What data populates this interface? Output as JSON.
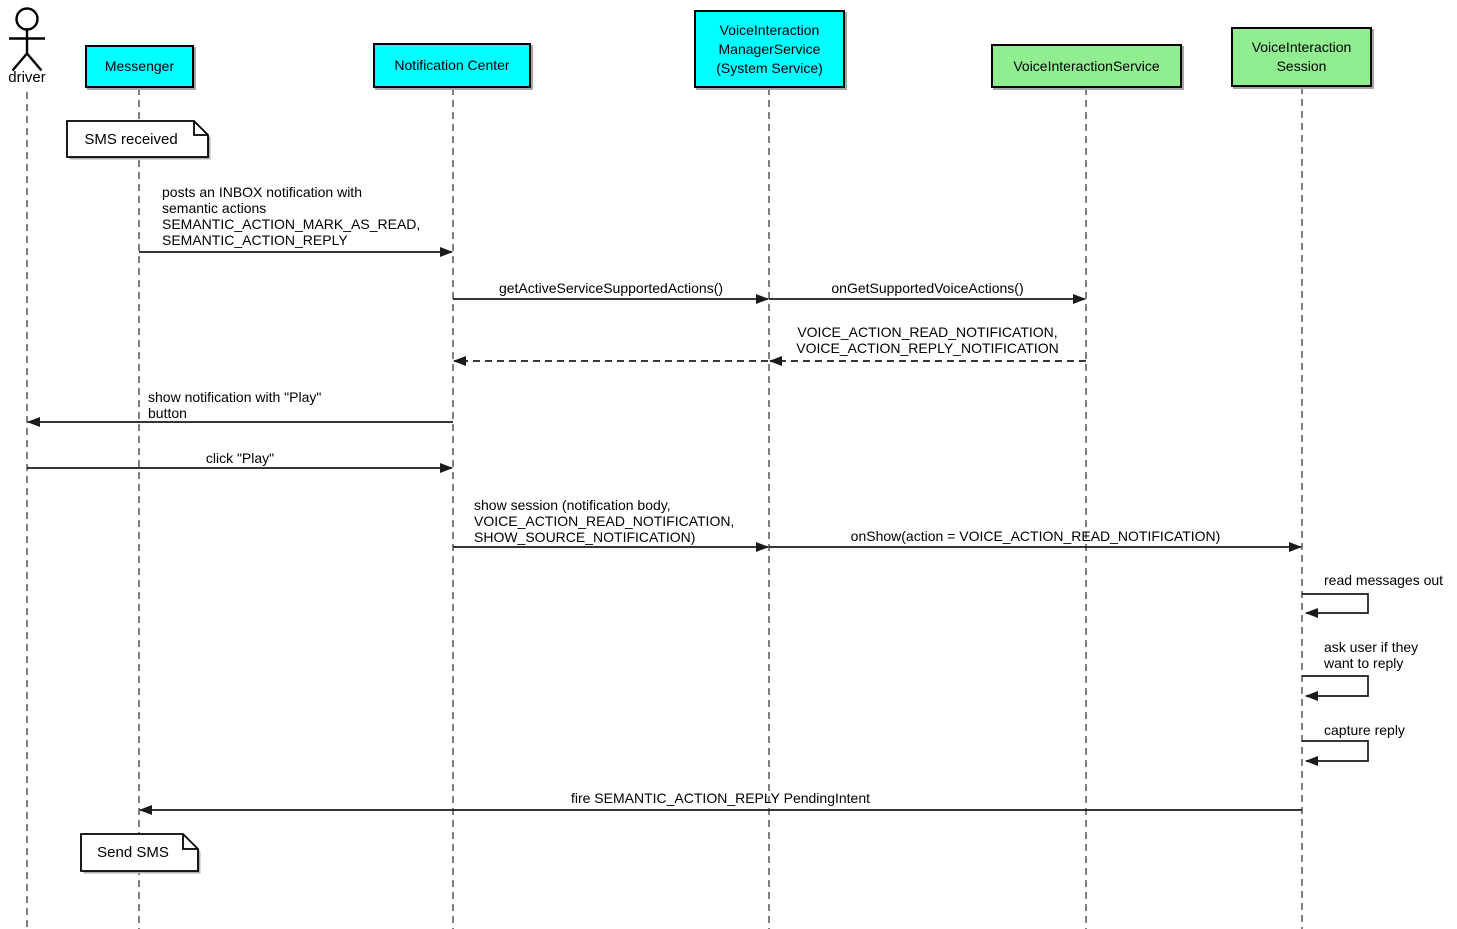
{
  "colors": {
    "participant_cyan": "#00ffff",
    "participant_green": "#90ee90",
    "line": "#000000",
    "background": "#ffffff"
  },
  "actor": {
    "label": "driver"
  },
  "participants": [
    {
      "label": "Messenger",
      "color": "#00ffff"
    },
    {
      "label": "Notification Center",
      "color": "#00ffff"
    },
    {
      "label": "VoiceInteraction\nManagerService\n(System Service)",
      "color": "#00ffff"
    },
    {
      "label": "VoiceInteractionService",
      "color": "#90ee90"
    },
    {
      "label": "VoiceInteraction\nSession",
      "color": "#90ee90"
    }
  ],
  "notes": [
    {
      "text": "SMS received",
      "attached_to": "Messenger"
    },
    {
      "text": "Send SMS",
      "attached_to": "Messenger"
    }
  ],
  "messages": [
    {
      "label": "posts an INBOX notification with\nsemantic actions\nSEMANTIC_ACTION_MARK_AS_READ,\nSEMANTIC_ACTION_REPLY",
      "from": "Messenger",
      "to": "Notification Center",
      "line": "solid"
    },
    {
      "label": "getActiveServiceSupportedActions()",
      "from": "Notification Center",
      "to": "VoiceInteractionManagerService",
      "line": "solid"
    },
    {
      "label": "onGetSupportedVoiceActions()",
      "from": "VoiceInteractionManagerService",
      "to": "VoiceInteractionService",
      "line": "solid"
    },
    {
      "label": "VOICE_ACTION_READ_NOTIFICATION,\nVOICE_ACTION_REPLY_NOTIFICATION",
      "from": "VoiceInteractionService",
      "to": "Notification Center",
      "line": "dashed"
    },
    {
      "label": "show notification with \"Play\"\nbutton",
      "from": "Notification Center",
      "to": "driver",
      "line": "solid"
    },
    {
      "label": "click \"Play\"",
      "from": "driver",
      "to": "Notification Center",
      "line": "solid"
    },
    {
      "label": "show session (notification body,\nVOICE_ACTION_READ_NOTIFICATION,\nSHOW_SOURCE_NOTIFICATION)",
      "from": "Notification Center",
      "to": "VoiceInteractionManagerService",
      "line": "solid"
    },
    {
      "label": "onShow(action = VOICE_ACTION_READ_NOTIFICATION)",
      "from": "VoiceInteractionManagerService",
      "to": "VoiceInteractionSession",
      "line": "solid"
    },
    {
      "label": "read messages out",
      "from": "VoiceInteractionSession",
      "to": "VoiceInteractionSession",
      "line": "self"
    },
    {
      "label": "ask user if they\nwant to reply",
      "from": "VoiceInteractionSession",
      "to": "VoiceInteractionSession",
      "line": "self"
    },
    {
      "label": "capture reply",
      "from": "VoiceInteractionSession",
      "to": "VoiceInteractionSession",
      "line": "self"
    },
    {
      "label": "fire SEMANTIC_ACTION_REPLY PendingIntent",
      "from": "VoiceInteractionSession",
      "to": "Messenger",
      "line": "solid"
    }
  ]
}
